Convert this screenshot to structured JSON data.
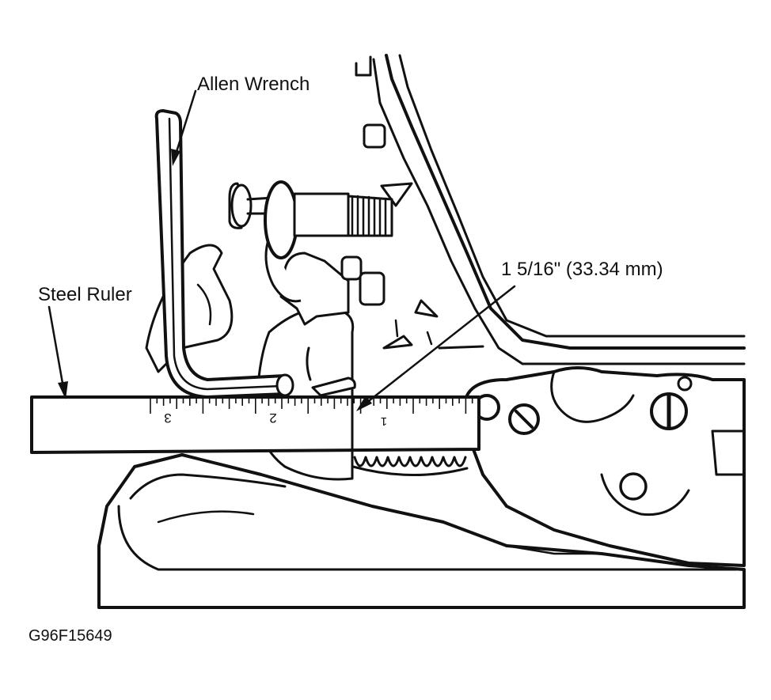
{
  "labels": {
    "allen_wrench": "Allen Wrench",
    "steel_ruler": "Steel Ruler",
    "measurement": "1 5/16\" (33.34 mm)",
    "figure_id": "G96F15649"
  },
  "ruler_marks": {
    "mark_a": "3",
    "mark_b": "2",
    "mark_c": "1"
  },
  "colors": {
    "ink": "#111111",
    "paper": "#ffffff"
  }
}
